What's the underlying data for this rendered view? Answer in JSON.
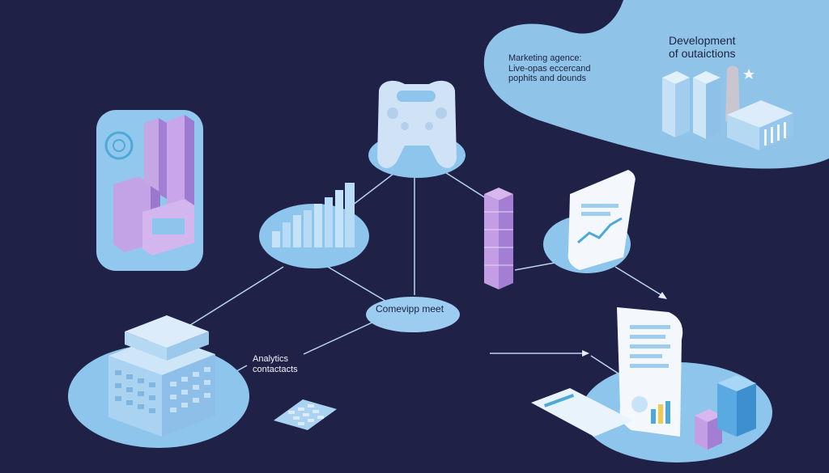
{
  "labels": {
    "hub": "Comevipp meet",
    "agency_line1": "Marketing agence:",
    "agency_line2": "Live-opas eccercand",
    "agency_line3": "pophits and dounds",
    "development_line1": "Development",
    "development_line2": "of outaictions",
    "analytics_line1": "Analytics",
    "analytics_line2": "contactacts"
  },
  "colors": {
    "background": "#1f2147",
    "platform": "#8ec5ec",
    "cloud": "#8fc4e8",
    "building": "#a9d3f1",
    "purple": "#b99ae0",
    "line": "#b9d4f2"
  },
  "icons": [
    "game-controller-icon",
    "bar-chart-icon",
    "office-building-icon",
    "document-icon",
    "keyboard-icon",
    "purple-server-icon",
    "analytics-panel-icon",
    "city-skyline-icon"
  ]
}
